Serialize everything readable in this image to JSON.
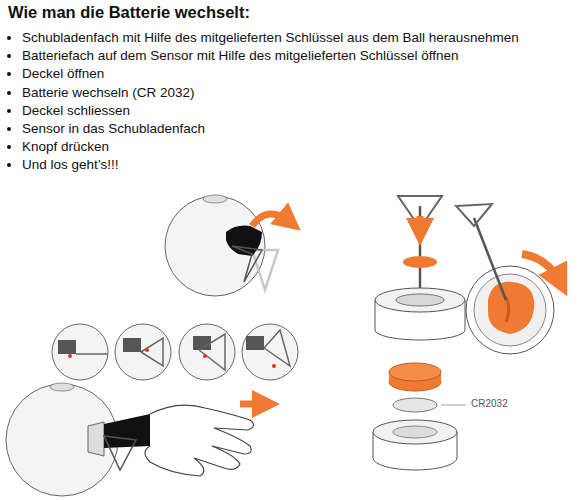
{
  "diagram": {
    "title": "Wie man die Batterie wechselt:",
    "labels": [
      "Schubladenfach mit Hilfe des mitgelieferten Schlüssel aus dem Ball herausnehmen",
      "Batteriefach auf dem Sensor mit Hilfe des mitgelieferten Schlüssel öffnen",
      "Deckel öffnen",
      "Batterie wechseln (CR 2032)",
      "Deckel schliessen",
      "Sensor in das Schubladenfach",
      "Knopf drücken",
      "Und los geht’s!!!",
      "CR2032"
    ]
  }
}
